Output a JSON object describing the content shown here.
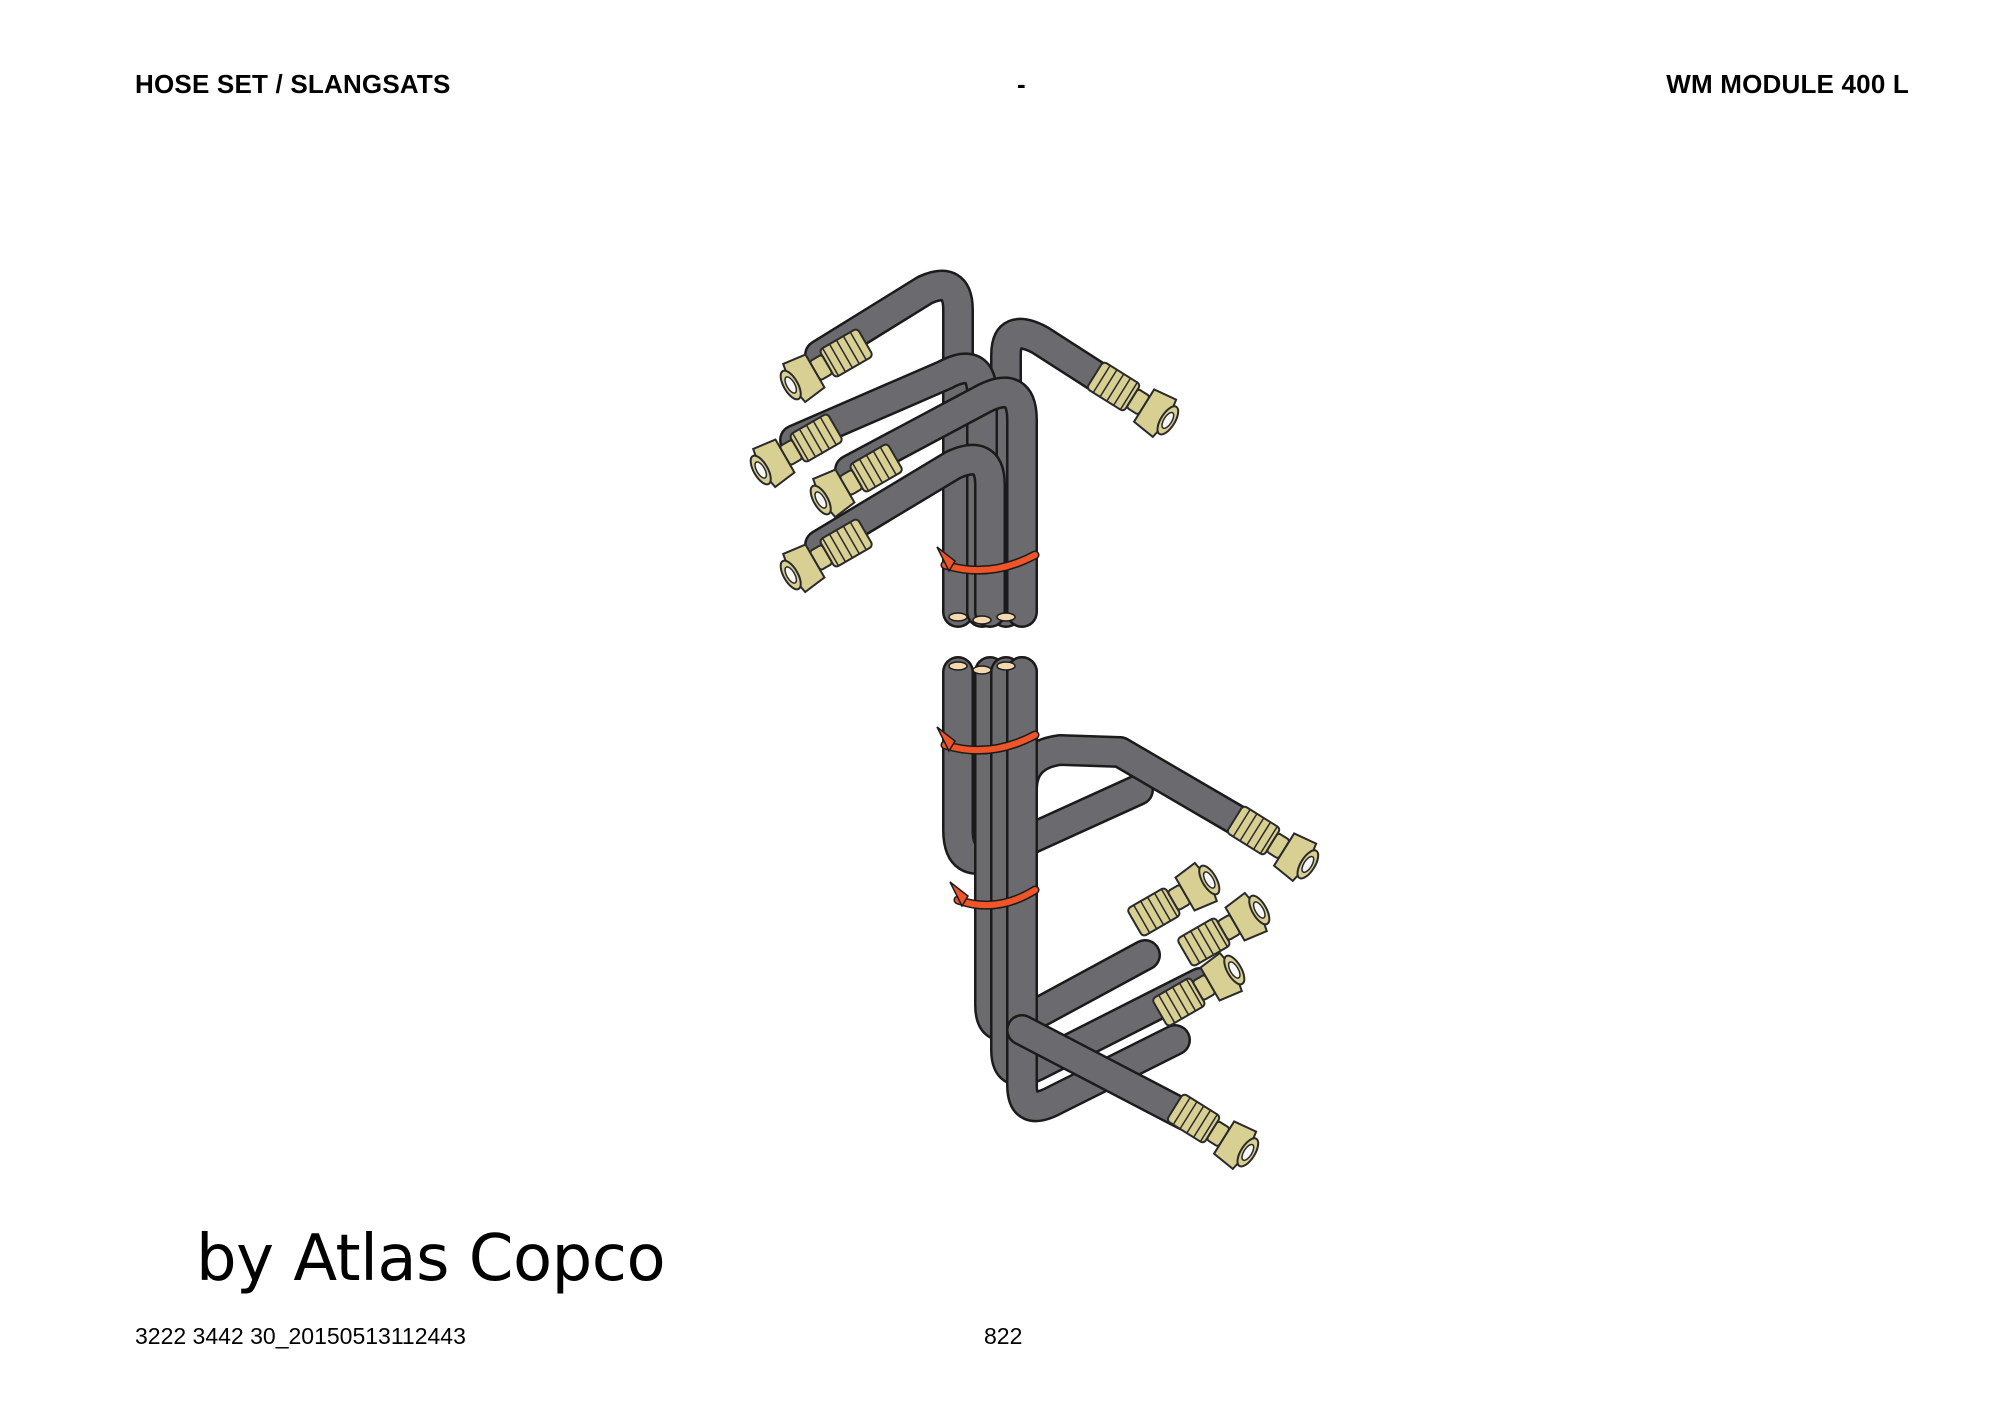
{
  "header": {
    "left": "HOSE SET / SLANGSATS",
    "center": "-",
    "right": "WM MODULE 400 L"
  },
  "brand": "by Atlas Copco",
  "footer": {
    "document_id": "3222 3442 30_20150513112443",
    "page_number": "822"
  },
  "drawing": {
    "hose_color": "#6b6b6f",
    "fitting_color": "#d8cf93",
    "tie_color": "#f0552a"
  }
}
